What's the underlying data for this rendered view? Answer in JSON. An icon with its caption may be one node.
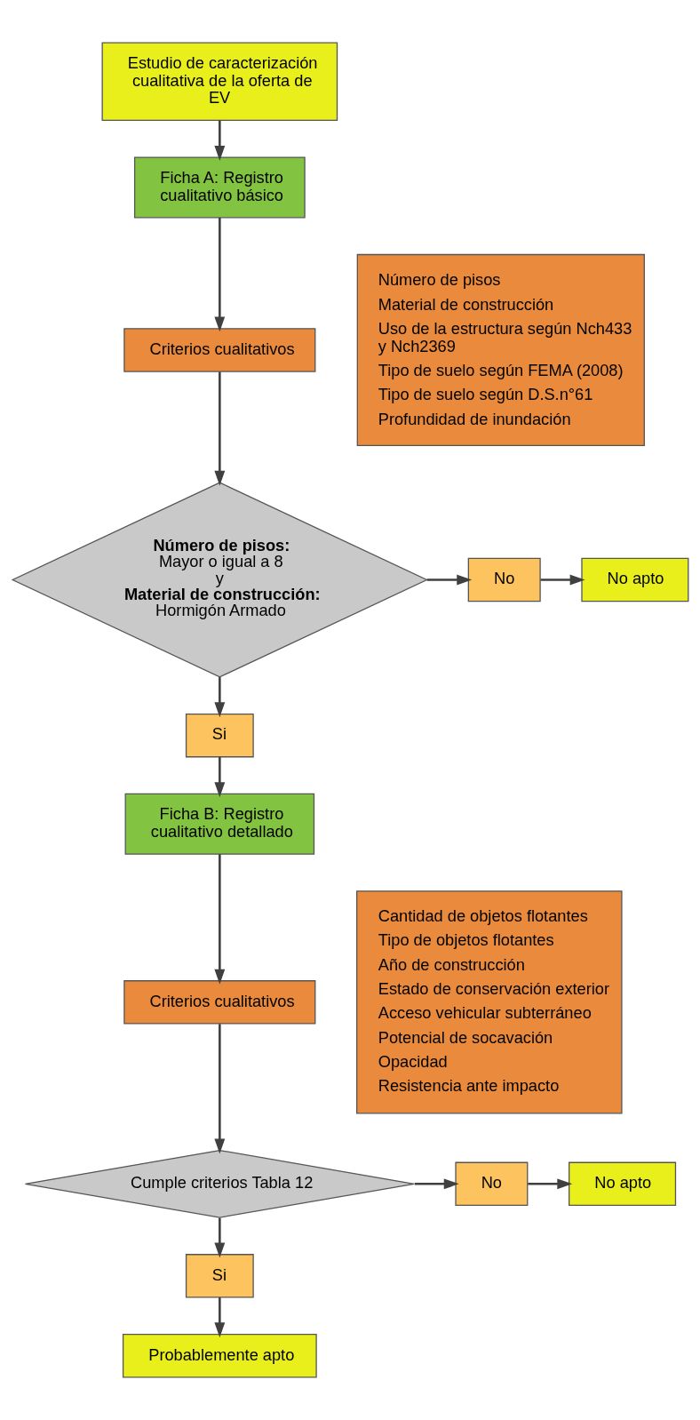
{
  "diagram": {
    "nodes": [
      {
        "text": [
          "Estudio de caracterización cualitativa de la oferta de EV"
        ]
      },
      {
        "text": [
          "Ficha A: Registro cualitativo básico"
        ]
      },
      {
        "text": [
          "Criterios cualitativos"
        ]
      },
      {
        "text": [
          "Número de pisos",
          "Material de construcción",
          "Uso de la estructura según Nch433 y Nch2369",
          "Tipo de suelo según FEMA (2008)",
          "Tipo de suelo según D.S.n°61",
          "Profundidad de inundación"
        ]
      },
      {
        "text": [
          "Número de pisos:",
          "Mayor o igual a 8",
          "y",
          "Material de construcción:",
          "Hormigón Armado"
        ]
      },
      {
        "text": [
          "No"
        ]
      },
      {
        "text": [
          "No apto"
        ]
      },
      {
        "text": [
          "Si"
        ]
      },
      {
        "text": [
          "Ficha B: Registro cualitativo detallado"
        ]
      },
      {
        "text": [
          "Criterios cualitativos"
        ]
      },
      {
        "text": [
          "Cantidad de objetos flotantes",
          "Tipo de objetos flotantes",
          "Año de construcción",
          "Estado de conservación exterior",
          "Acceso vehicular subterráneo",
          "Potencial de socavación",
          "Opacidad",
          "Resistencia ante impacto"
        ]
      },
      {
        "text": [
          "Cumple criterios Tabla 12"
        ]
      },
      {
        "text": [
          "No"
        ]
      },
      {
        "text": [
          "No apto"
        ]
      },
      {
        "text": [
          "Si"
        ]
      },
      {
        "text": [
          "Probablemente apto"
        ]
      }
    ],
    "edges": [
      {
        "from": 0,
        "to": 1,
        "arrow": "to"
      },
      {
        "from": 1,
        "to": 2,
        "arrow": "to"
      },
      {
        "from": 2,
        "to": 4,
        "arrow": "to"
      },
      {
        "from": 4,
        "to": 5,
        "arrow": "to"
      },
      {
        "from": 5,
        "to": 6,
        "arrow": "to"
      },
      {
        "from": 4,
        "to": 7,
        "arrow": "to"
      },
      {
        "from": 7,
        "to": 8,
        "arrow": "to"
      },
      {
        "from": 8,
        "to": 9,
        "arrow": "to"
      },
      {
        "from": 9,
        "to": 11,
        "arrow": "to"
      },
      {
        "from": 11,
        "to": 12,
        "arrow": "to"
      },
      {
        "from": 12,
        "to": 13,
        "arrow": "to"
      },
      {
        "from": 11,
        "to": 14,
        "arrow": "to"
      },
      {
        "from": 14,
        "to": 15,
        "arrow": "to"
      }
    ]
  }
}
